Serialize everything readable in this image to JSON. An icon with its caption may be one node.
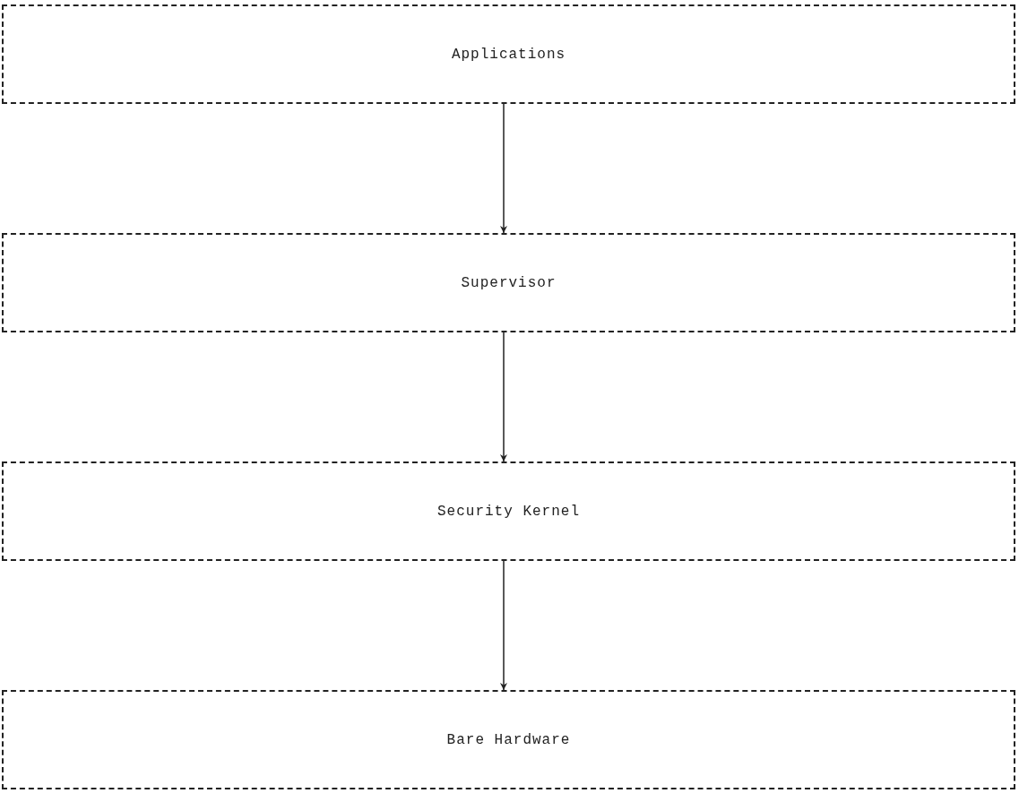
{
  "diagram": {
    "nodes": [
      {
        "text": [
          "Applications"
        ]
      },
      {
        "text": [
          "Supervisor"
        ]
      },
      {
        "text": [
          "Security Kernel"
        ]
      },
      {
        "text": [
          "Bare Hardware"
        ]
      }
    ],
    "edges": [
      {
        "from": 0,
        "to": 1,
        "arrow": "to"
      },
      {
        "from": 1,
        "to": 2,
        "arrow": "to"
      },
      {
        "from": 2,
        "to": 3,
        "arrow": "to"
      }
    ]
  }
}
